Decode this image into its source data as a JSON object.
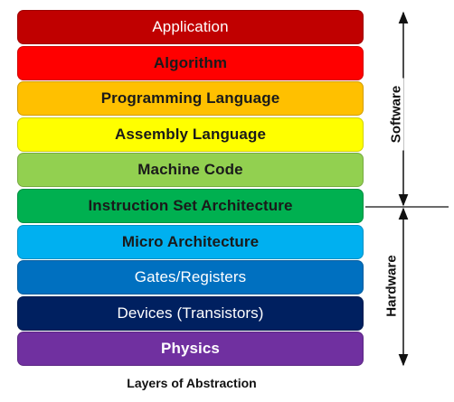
{
  "layers": [
    {
      "label": "Application",
      "bg": "#c00000",
      "fg": "#ffffff",
      "bold": false
    },
    {
      "label": "Algorithm",
      "bg": "#ff0000",
      "fg": "#1a1a1a",
      "bold": true
    },
    {
      "label": "Programming Language",
      "bg": "#ffc000",
      "fg": "#1a1a1a",
      "bold": true
    },
    {
      "label": "Assembly Language",
      "bg": "#ffff00",
      "fg": "#1a1a1a",
      "bold": true
    },
    {
      "label": "Machine Code",
      "bg": "#92d050",
      "fg": "#1a1a1a",
      "bold": true
    },
    {
      "label": "Instruction Set Architecture",
      "bg": "#00b050",
      "fg": "#1a1a1a",
      "bold": true
    },
    {
      "label": "Micro Architecture",
      "bg": "#00b0f0",
      "fg": "#1a1a1a",
      "bold": true
    },
    {
      "label": "Gates/Registers",
      "bg": "#0070c0",
      "fg": "#ffffff",
      "bold": false
    },
    {
      "label": "Devices (Transistors)",
      "bg": "#002060",
      "fg": "#ffffff",
      "bold": false
    },
    {
      "label": "Physics",
      "bg": "#7030a0",
      "fg": "#ffffff",
      "bold": true
    }
  ],
  "sides": {
    "software": "Software",
    "hardware": "Hardware"
  },
  "caption": "Layers of Abstraction"
}
